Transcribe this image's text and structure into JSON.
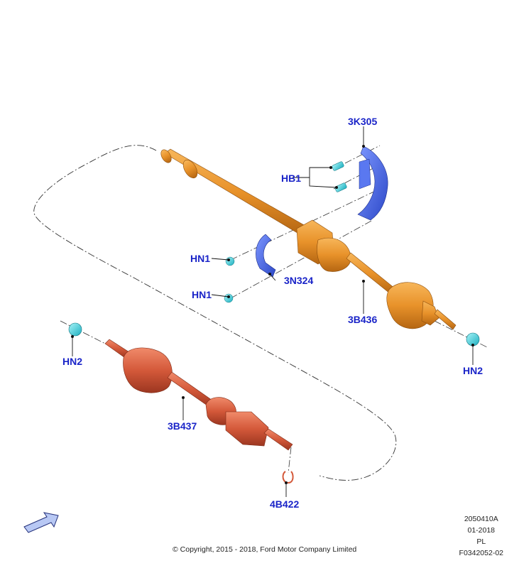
{
  "callouts": {
    "c3k305": "3K305",
    "hb1": "HB1",
    "hn1_top": "HN1",
    "hn1_bottom": "HN1",
    "c3n324": "3N324",
    "c3b436": "3B436",
    "hn2_left": "HN2",
    "hn2_right": "HN2",
    "c3b437": "3B437",
    "c4b422": "4B422"
  },
  "footer": {
    "copyright": "© Copyright, 2015 - 2018, Ford Motor Company Limited",
    "code": "2050410A",
    "date": "01-2018",
    "lang": "PL",
    "figure_id": "F0342052-02"
  },
  "colors": {
    "orange_shaft": "#e8922a",
    "red_shaft": "#d4593a",
    "bracket_blue": "#3d63e6",
    "fastener_cyan": "#35d4e0",
    "callout_blue": "#1a24c8"
  }
}
